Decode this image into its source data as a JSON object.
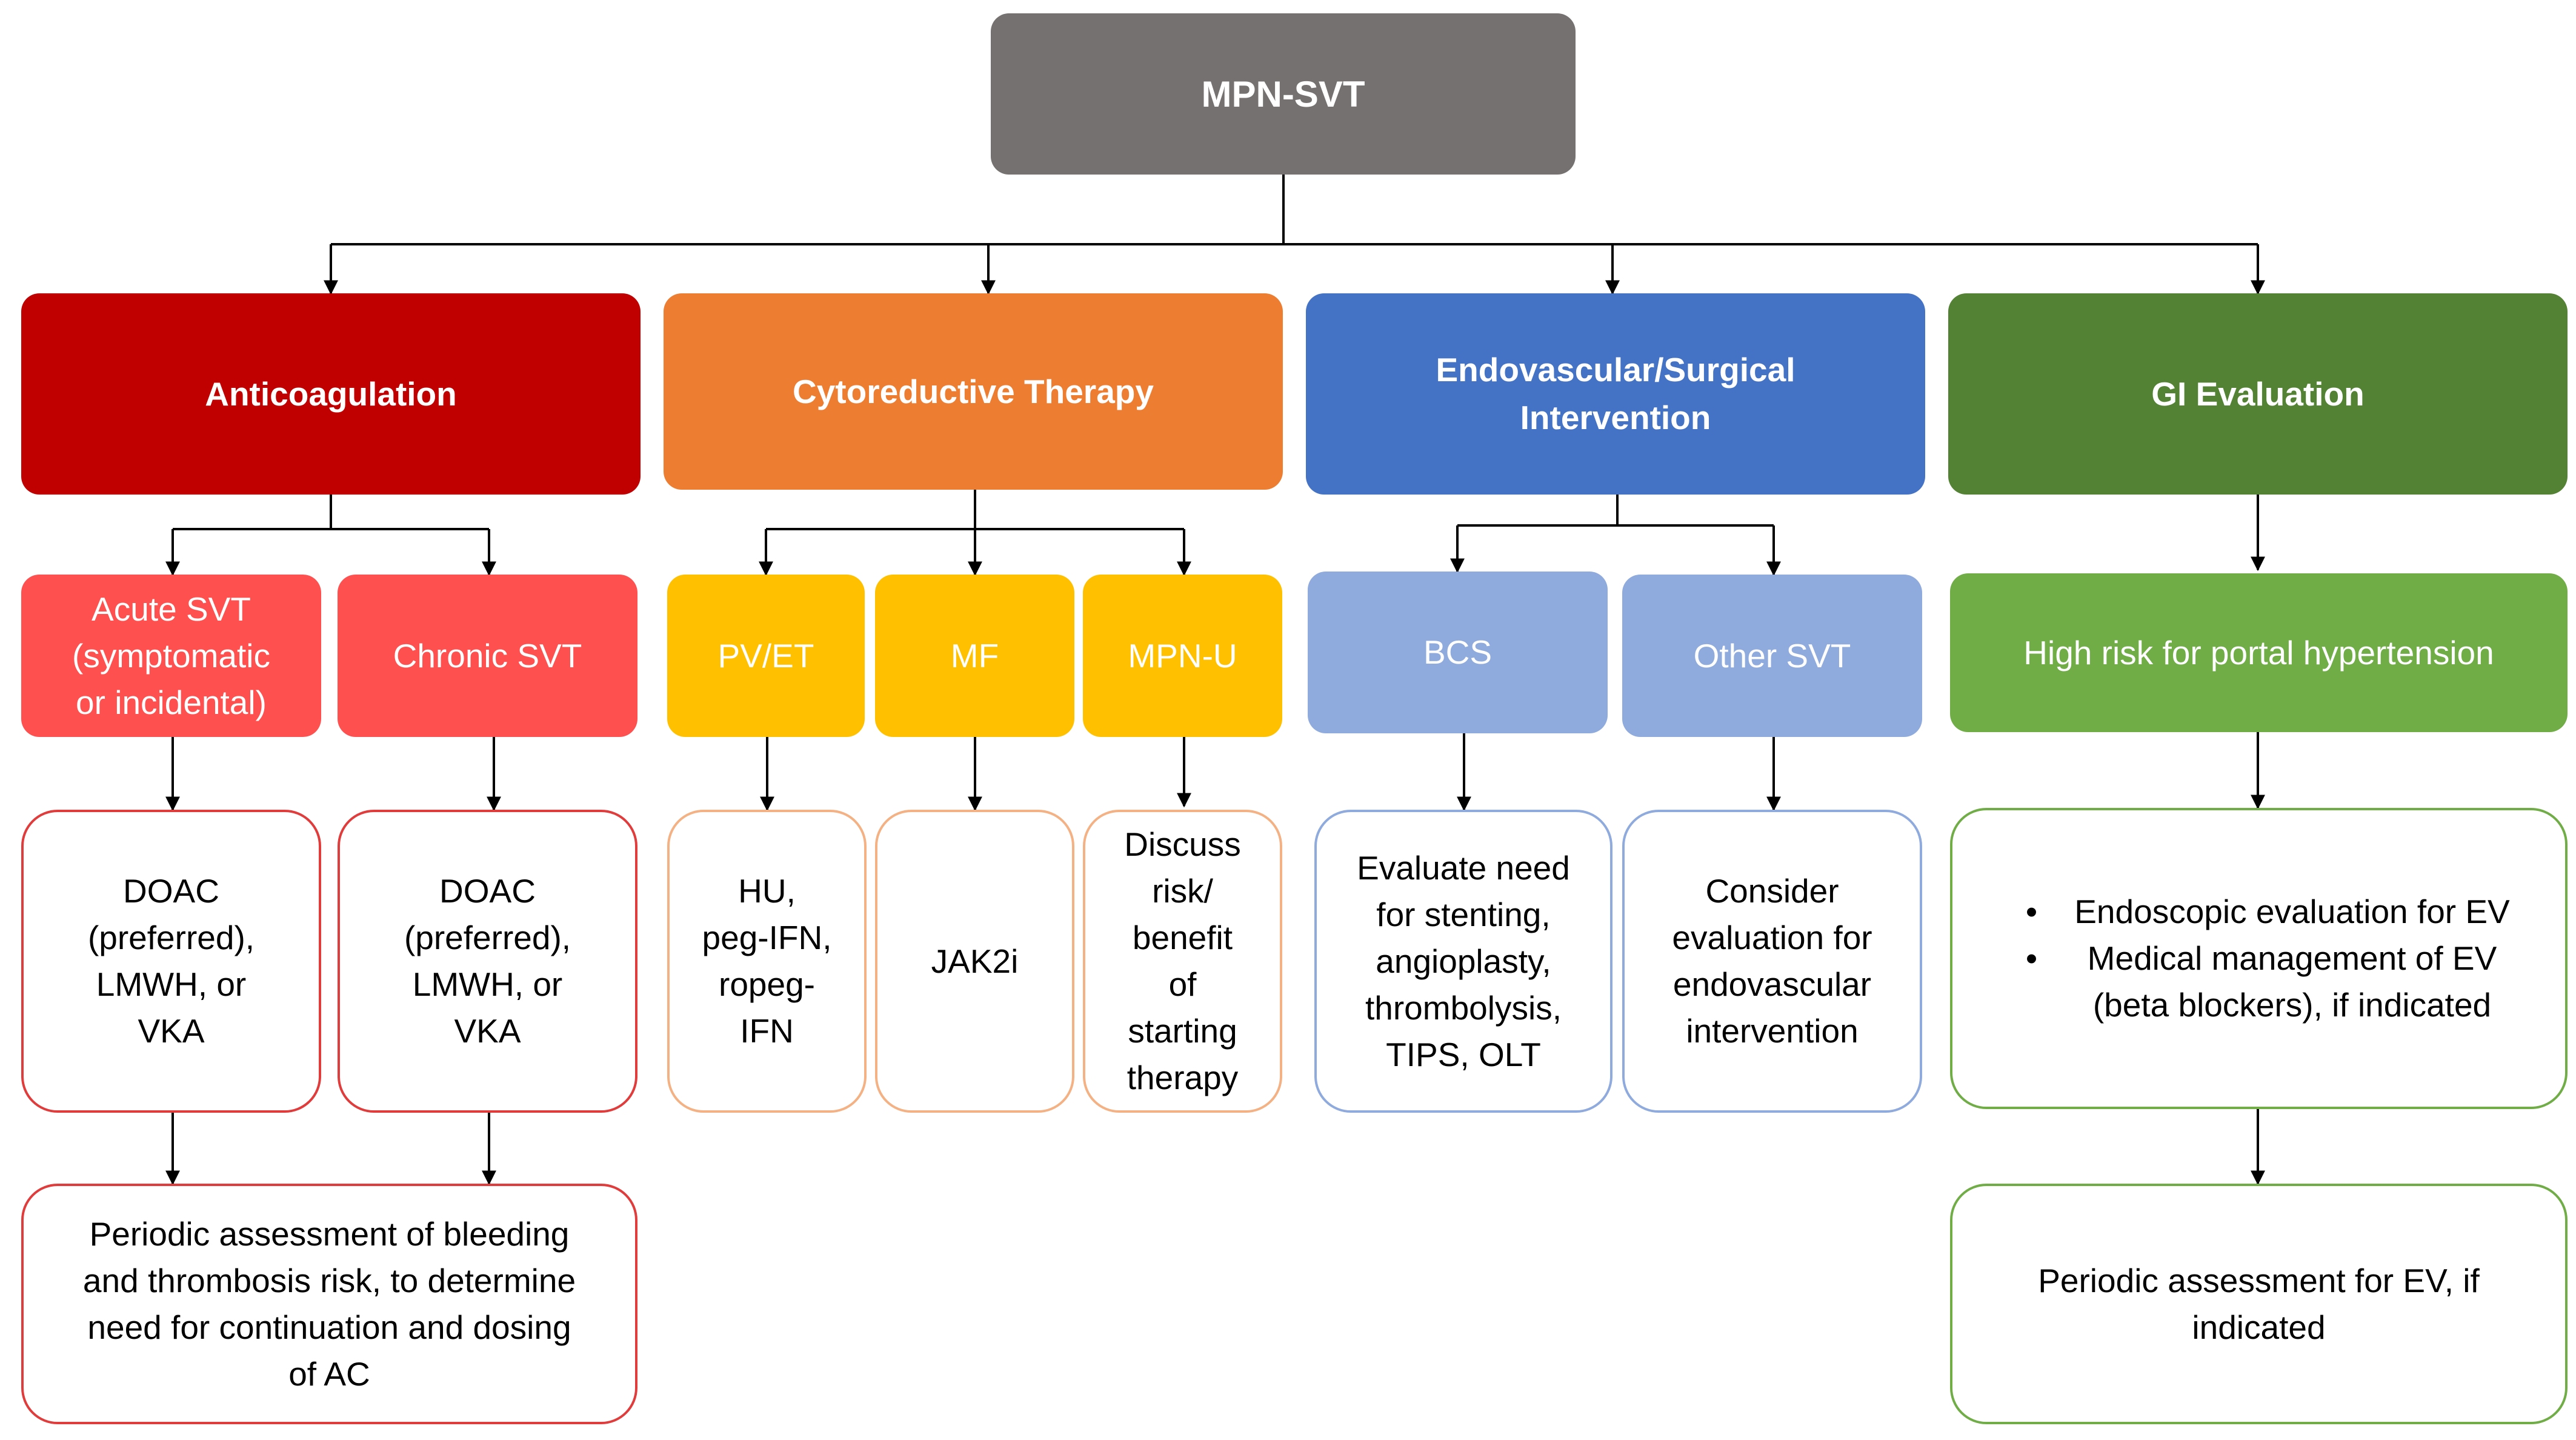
{
  "root": {
    "label": "MPN-SVT"
  },
  "categories": {
    "anticoagulation": {
      "label": "Anticoagulation",
      "subs": [
        "Acute SVT\n(symptomatic\nor incidental)",
        "Chronic SVT"
      ],
      "outcomes": [
        "DOAC\n(preferred),\nLMWH, or\nVKA",
        "DOAC\n(preferred),\nLMWH, or\nVKA"
      ],
      "followup": "Periodic assessment of bleeding\nand thrombosis risk, to determine\nneed for continuation and dosing\nof AC"
    },
    "cytoreductive": {
      "label": "Cytoreductive Therapy",
      "subs": [
        "PV/ET",
        "MF",
        "MPN-U"
      ],
      "outcomes": [
        "HU,\npeg-IFN,\nropeg-\nIFN",
        "JAK2i",
        "Discuss\nrisk/\nbenefit\nof\nstarting\ntherapy"
      ]
    },
    "endovascular": {
      "label": "Endovascular/Surgical\nIntervention",
      "subs": [
        "BCS",
        "Other SVT"
      ],
      "outcomes": [
        "Evaluate need\nfor stenting,\nangioplasty,\nthrombolysis,\nTIPS, OLT",
        "Consider\nevaluation for\nendovascular\nintervention"
      ]
    },
    "gi": {
      "label": "GI Evaluation",
      "sub": "High risk for portal hypertension",
      "bullets": [
        "Endoscopic evaluation for EV",
        "Medical management of EV\n(beta blockers), if indicated"
      ],
      "bullet_marker": "•",
      "followup": "Periodic assessment for EV, if\nindicated"
    }
  },
  "colors": {
    "root": "#757171",
    "anticoagulation": "#c00000",
    "anticoagulation_sub": "#ff5050",
    "cytoreductive": "#ed7d31",
    "cytoreductive_sub": "#ffc000",
    "endovascular": "#4472c4",
    "endovascular_sub": "#8faadc",
    "gi": "#548235",
    "gi_sub": "#70ad47"
  }
}
